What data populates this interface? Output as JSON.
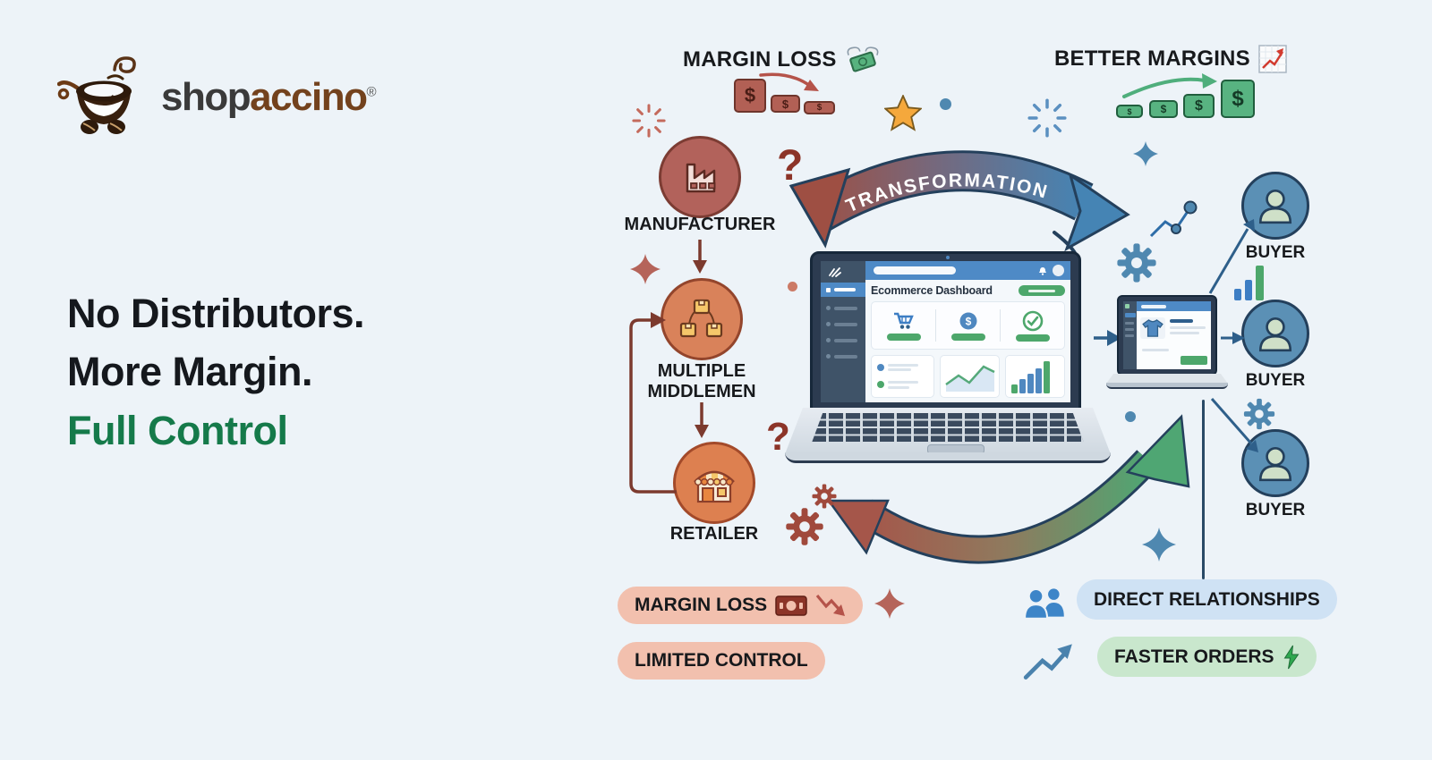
{
  "brand": {
    "name_left": "shop",
    "name_right": "accino",
    "registered_mark": "®"
  },
  "headline": {
    "line1": "No Distributors.",
    "line2": "More Margin.",
    "line3": "Full Control"
  },
  "top_flows": {
    "margin_loss": {
      "label": "MARGIN LOSS",
      "icon": "money-with-wings-icon"
    },
    "better_margins": {
      "label": "BETTER MARGINS",
      "icon": "chart-increasing-icon"
    }
  },
  "transformation_label": "TRANSFORMATION",
  "chain": {
    "manufacturer": "MANUFACTURER",
    "middlemen_line1": "MULTIPLE",
    "middlemen_line2": "MIDDLEMEN",
    "retailer": "RETAILER"
  },
  "dashboard": {
    "title": "Ecommerce Dashboard"
  },
  "buyers": [
    "BUYER",
    "BUYER",
    "BUYER"
  ],
  "badges": {
    "margin_loss": "MARGIN LOSS",
    "limited_control": "LIMITED CONTROL",
    "direct_relationships": "DIRECT RELATIONSHIPS",
    "faster_orders": "FASTER ORDERS"
  },
  "symbols": {
    "dollar": "$",
    "question": "?"
  },
  "colors": {
    "background": "#edf3f8",
    "headline_accent_green": "#157a4a",
    "negative_red": "#a5564a",
    "positive_green": "#4fa673",
    "transformation_blue": "#4584b4",
    "pill_negative_bg": "#f2c0ae",
    "pill_blue_bg": "#cfe2f4",
    "pill_green_bg": "#c9e7cd",
    "node_manufacturer": "#b2625b",
    "node_middlemen": "#d9825a",
    "node_retailer": "#dd8050",
    "node_buyer": "#5b90b5"
  }
}
